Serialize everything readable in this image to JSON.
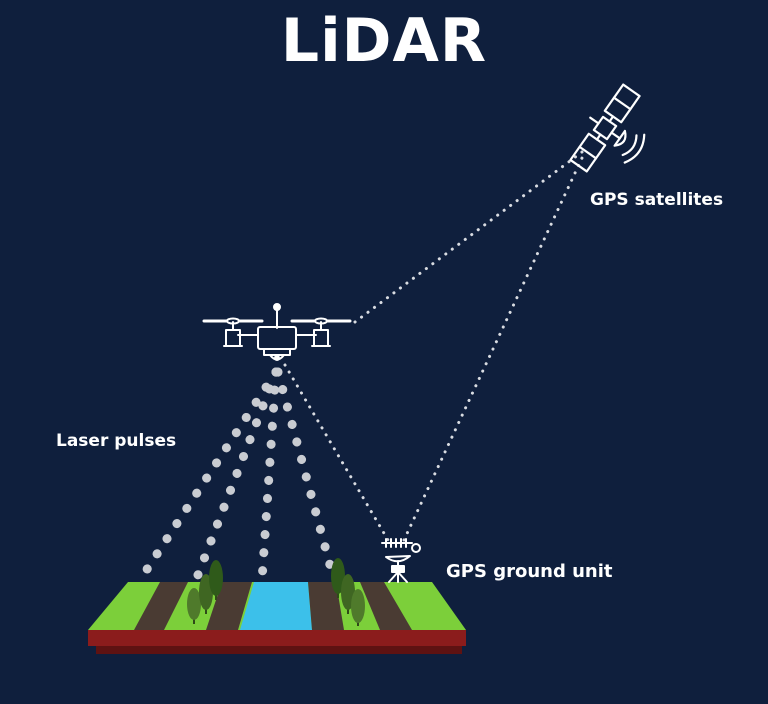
{
  "title": "LiDAR",
  "labels": {
    "satellites": "GPS satellites",
    "laser": "Laser pulses",
    "ground_unit": "GPS ground unit"
  },
  "colors": {
    "background": "#0f1f3d",
    "line": "#ffffff",
    "beam_dots": "#c9ccd2",
    "grass": "#7ccf3a",
    "soil": "#4a3b33",
    "water": "#3cc0ea",
    "base": "#8b1c1c",
    "tree": "#4f7a2b"
  },
  "icons": {
    "satellite": "satellite-icon",
    "drone": "drone-icon",
    "ground_unit": "gps-antenna-icon"
  }
}
